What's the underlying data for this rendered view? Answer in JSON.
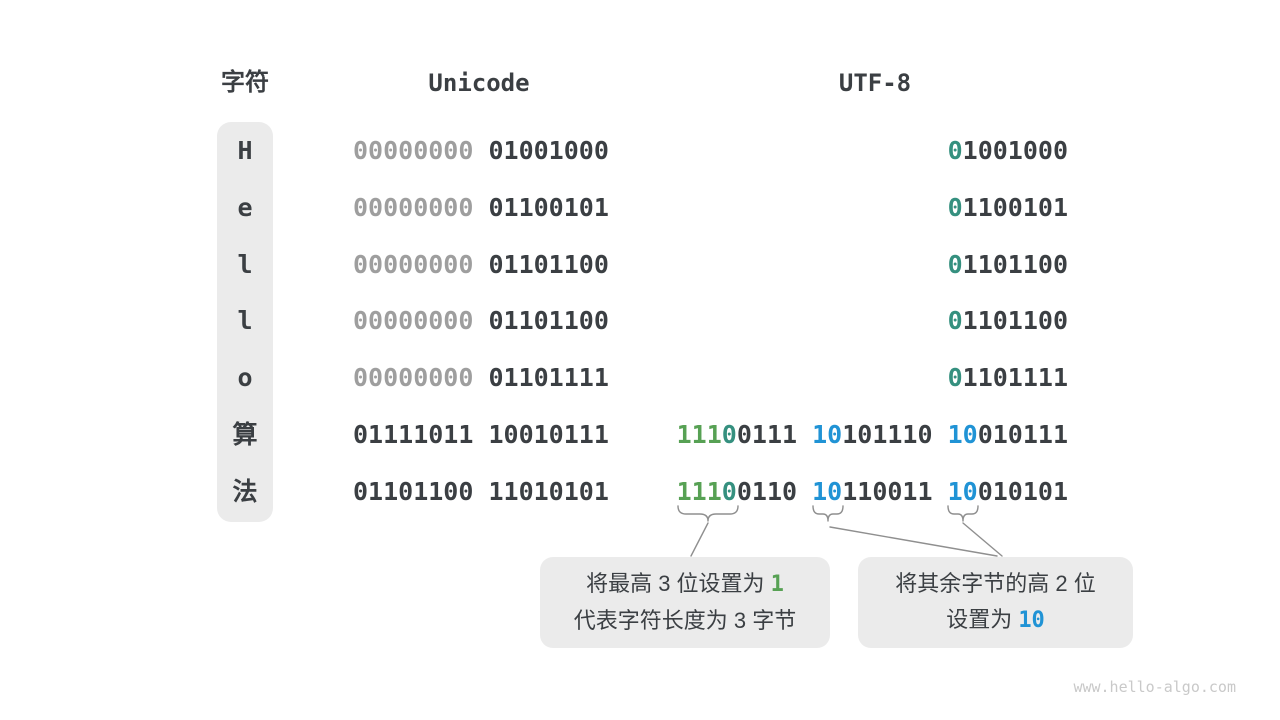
{
  "palette": {
    "dark": "#3b3f43",
    "gray": "#9e9e9e",
    "teal": "#35907f",
    "green": "#57a154",
    "blue": "#2093d5",
    "panel_bg": "#ebebeb",
    "watermark_gray": "#c9c9c9"
  },
  "headers": {
    "char": "字符",
    "unicode": "Unicode",
    "utf8": "UTF-8"
  },
  "rows": [
    {
      "char": "H",
      "unicode": [
        {
          "text": "00000000",
          "color": "gray"
        },
        {
          "text": " 01001000",
          "color": "dark"
        }
      ],
      "utf8": [
        {
          "text": "0",
          "color": "teal"
        },
        {
          "text": "1001000",
          "color": "dark"
        }
      ]
    },
    {
      "char": "e",
      "unicode": [
        {
          "text": "00000000",
          "color": "gray"
        },
        {
          "text": " 01100101",
          "color": "dark"
        }
      ],
      "utf8": [
        {
          "text": "0",
          "color": "teal"
        },
        {
          "text": "1100101",
          "color": "dark"
        }
      ]
    },
    {
      "char": "l",
      "unicode": [
        {
          "text": "00000000",
          "color": "gray"
        },
        {
          "text": " 01101100",
          "color": "dark"
        }
      ],
      "utf8": [
        {
          "text": "0",
          "color": "teal"
        },
        {
          "text": "1101100",
          "color": "dark"
        }
      ]
    },
    {
      "char": "l",
      "unicode": [
        {
          "text": "00000000",
          "color": "gray"
        },
        {
          "text": " 01101100",
          "color": "dark"
        }
      ],
      "utf8": [
        {
          "text": "0",
          "color": "teal"
        },
        {
          "text": "1101100",
          "color": "dark"
        }
      ]
    },
    {
      "char": "o",
      "unicode": [
        {
          "text": "00000000",
          "color": "gray"
        },
        {
          "text": " 01101111",
          "color": "dark"
        }
      ],
      "utf8": [
        {
          "text": "0",
          "color": "teal"
        },
        {
          "text": "1101111",
          "color": "dark"
        }
      ]
    },
    {
      "char": "算",
      "unicode": [
        {
          "text": "01111011 10010111",
          "color": "dark"
        }
      ],
      "utf8": [
        {
          "text": "111",
          "color": "green"
        },
        {
          "text": "0",
          "color": "teal"
        },
        {
          "text": "0111 ",
          "color": "dark"
        },
        {
          "text": "10",
          "color": "blue"
        },
        {
          "text": "101110 ",
          "color": "dark"
        },
        {
          "text": "10",
          "color": "blue"
        },
        {
          "text": "010111",
          "color": "dark"
        }
      ]
    },
    {
      "char": "法",
      "unicode": [
        {
          "text": "01101100 11010101",
          "color": "dark"
        }
      ],
      "utf8": [
        {
          "text": "111",
          "color": "green"
        },
        {
          "text": "0",
          "color": "teal"
        },
        {
          "text": "0110 ",
          "color": "dark"
        },
        {
          "text": "10",
          "color": "blue"
        },
        {
          "text": "110011 ",
          "color": "dark"
        },
        {
          "text": "10",
          "color": "blue"
        },
        {
          "text": "010101",
          "color": "dark"
        }
      ]
    }
  ],
  "callouts": {
    "byte_length": {
      "line1": [
        {
          "text": "将最高 3 位设置为 ",
          "color": "dark"
        },
        {
          "text": "1",
          "color": "green",
          "mono": true
        }
      ],
      "line2": [
        {
          "text": "代表字符长度为 3 字节",
          "color": "dark"
        }
      ]
    },
    "continuation": {
      "line1": [
        {
          "text": "将其余字节的高 2 位",
          "color": "dark"
        }
      ],
      "line2": [
        {
          "text": "设置为 ",
          "color": "dark"
        },
        {
          "text": "10",
          "color": "blue",
          "mono": true
        }
      ]
    }
  },
  "watermark": "www.hello-algo.com"
}
